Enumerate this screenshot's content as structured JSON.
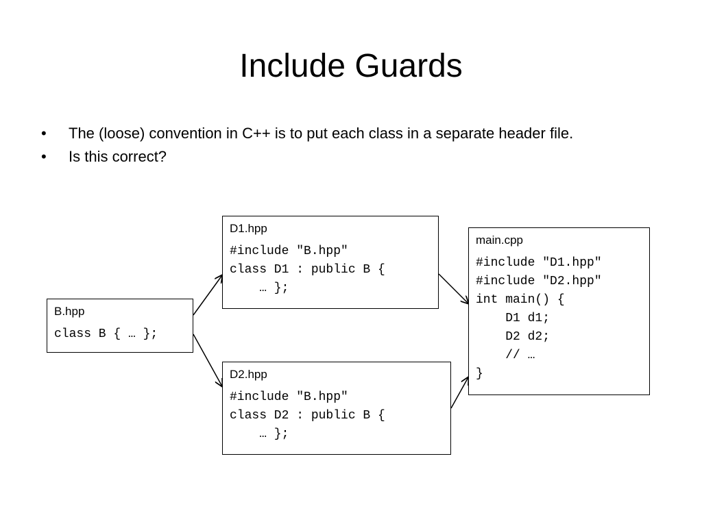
{
  "slide": {
    "title": "Include Guards",
    "bullets": [
      "The (loose) convention in C++ is to put each class in a separate header file.",
      "Is this correct?"
    ],
    "bullet_symbol": "•"
  },
  "files": {
    "b": {
      "name": "B.hpp",
      "code": "class B { … };"
    },
    "d1": {
      "name": "D1.hpp",
      "code": "#include \"B.hpp\"\nclass D1 : public B {\n    … };"
    },
    "d2": {
      "name": "D2.hpp",
      "code": "#include \"B.hpp\"\nclass D2 : public B {\n    … };"
    },
    "main": {
      "name": "main.cpp",
      "code": "#include \"D1.hpp\"\n#include \"D2.hpp\"\nint main() {\n    D1 d1;\n    D2 d2;\n    // …\n}"
    }
  },
  "edges": [
    {
      "from": "B.hpp",
      "to": "D1.hpp"
    },
    {
      "from": "B.hpp",
      "to": "D2.hpp"
    },
    {
      "from": "D1.hpp",
      "to": "main.cpp"
    },
    {
      "from": "D2.hpp",
      "to": "main.cpp"
    }
  ],
  "colors": {
    "background": "#ffffff",
    "text": "#000000",
    "border": "#000000"
  }
}
